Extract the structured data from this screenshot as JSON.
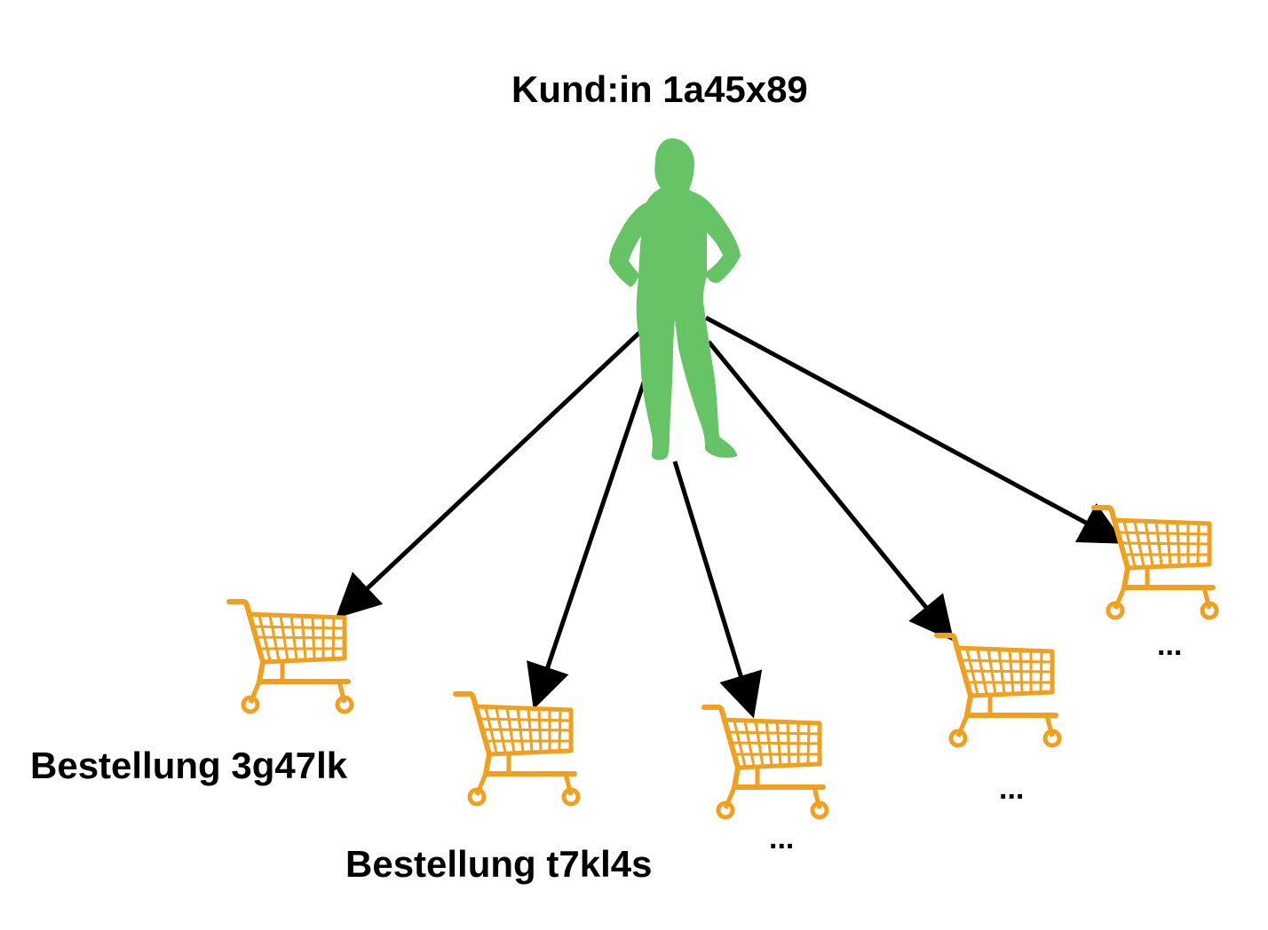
{
  "customer": {
    "label": "Kund:in 1a45x89",
    "icon": "woman-silhouette-icon",
    "color": "#66c466"
  },
  "orders": [
    {
      "label": "Bestellung 3g47lk",
      "icon": "shopping-cart-icon"
    },
    {
      "label": "Bestellung t7kl4s",
      "icon": "shopping-cart-icon"
    },
    {
      "label": "...",
      "icon": "shopping-cart-icon"
    },
    {
      "label": "...",
      "icon": "shopping-cart-icon"
    },
    {
      "label": "...",
      "icon": "shopping-cart-icon"
    }
  ],
  "colors": {
    "cart": "#f0a01e",
    "arrow": "#000000"
  }
}
